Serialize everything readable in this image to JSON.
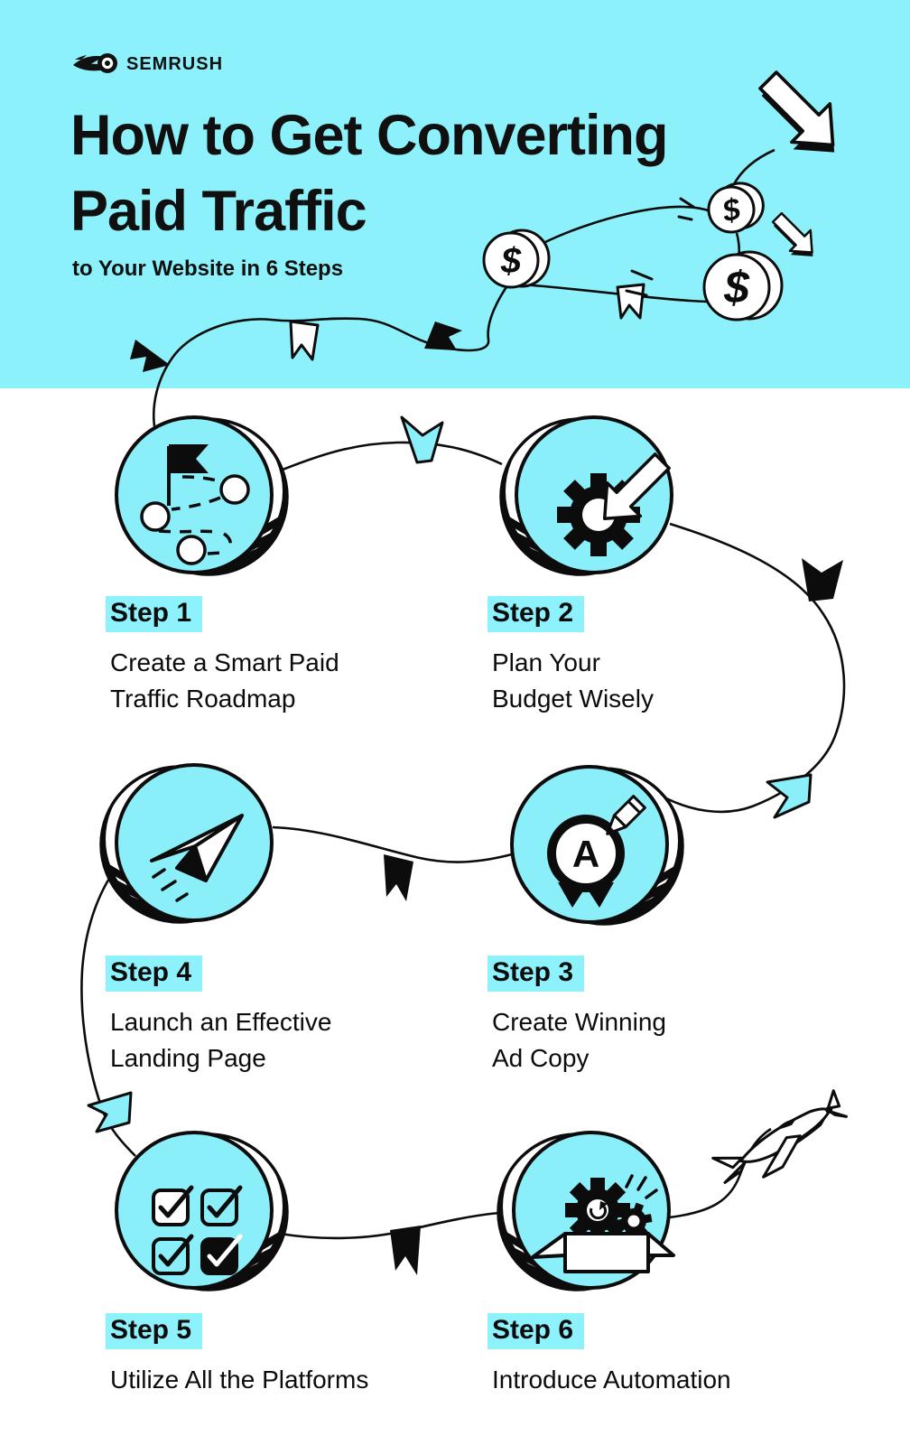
{
  "brand": {
    "logo_text": "SEMRUSH",
    "logo_icon": "semrush-flame-icon"
  },
  "header": {
    "title_line1": "How to Get Converting",
    "title_line2": "Paid Traffic",
    "subtitle": "to Your Website in 6 Steps"
  },
  "steps": [
    {
      "label": "Step 1",
      "title_line1": "Create a Smart Paid",
      "title_line2": "Traffic Roadmap",
      "icon": "roadmap-icon"
    },
    {
      "label": "Step 2",
      "title_line1": "Plan Your",
      "title_line2": "Budget Wisely",
      "icon": "gear-arrow-icon"
    },
    {
      "label": "Step 3",
      "title_line1": "Create Winning",
      "title_line2": "Ad Copy",
      "icon": "ad-badge-pencil-icon"
    },
    {
      "label": "Step 4",
      "title_line1": "Launch an Effective",
      "title_line2": "Landing Page",
      "icon": "paper-plane-icon"
    },
    {
      "label": "Step 5",
      "title_line1": "Utilize All the Platforms",
      "title_line2": "",
      "icon": "checkboxes-icon"
    },
    {
      "label": "Step 6",
      "title_line1": "Introduce Automation",
      "title_line2": "",
      "icon": "automation-box-icon"
    }
  ],
  "decorations": {
    "coin_symbol": "$",
    "top_right_icons": [
      "cursor-arrow-icon",
      "cursor-arrow-icon",
      "dollar-coin-icon",
      "dollar-coin-icon",
      "dollar-coin-icon"
    ],
    "path_icon": "winding-route-path",
    "flag_icons": [
      "pennant-flag-icon"
    ],
    "bottom_right_icon": "small-plane-icon"
  },
  "colors": {
    "background_cyan": "#8DF1FB",
    "circle_cyan": "#8BEFFA",
    "highlight_cyan": "#8DF2FC",
    "ink": "#0C0C0C",
    "white": "#FFFFFF"
  }
}
